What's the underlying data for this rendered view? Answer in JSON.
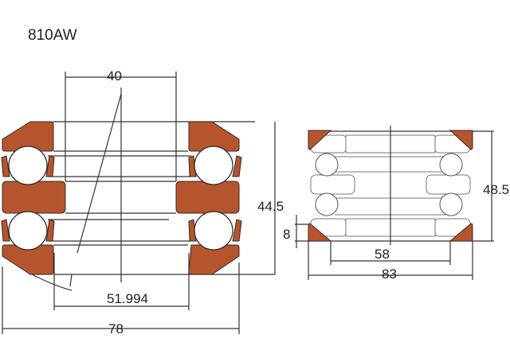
{
  "title": "810AW",
  "colors": {
    "ring": "#b5552e",
    "line": "#333333"
  },
  "section_view": {
    "dimensions": {
      "bore": "40",
      "height": "44.5",
      "pitch_diameter": "51.994",
      "outer_diameter": "78"
    }
  },
  "simplified_view": {
    "dimensions": {
      "height": "48.5",
      "chamfer_height": "8",
      "inner": "58",
      "outer": "83"
    }
  }
}
